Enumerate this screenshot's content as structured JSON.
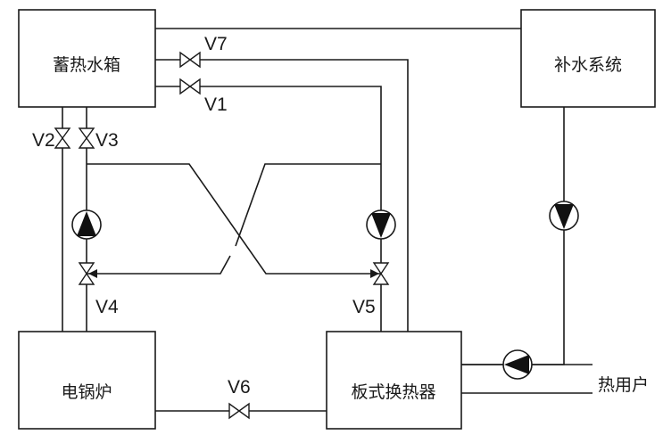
{
  "diagram": {
    "boxes": {
      "storage_tank": "蓄热水箱",
      "makeup_system": "补水系统",
      "electric_boiler": "电锅炉",
      "plate_exchanger": "板式换热器",
      "heat_user": "热用户"
    },
    "valves": {
      "v1": "V1",
      "v2": "V2",
      "v3": "V3",
      "v4": "V4",
      "v5": "V5",
      "v6": "V6",
      "v7": "V7"
    }
  }
}
